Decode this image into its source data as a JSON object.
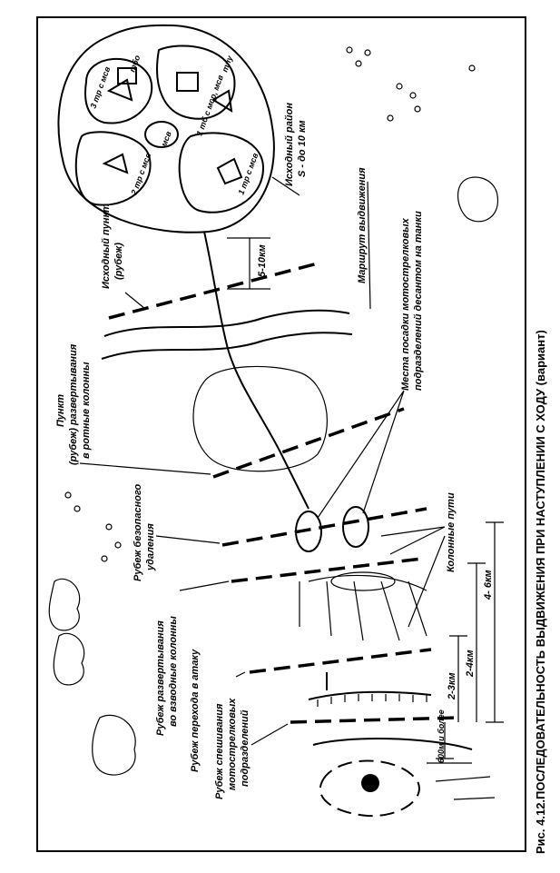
{
  "caption": "Рис. 4.12.ПОСЛЕДОВАТЕЛЬНОСТЬ ВЫДВИЖЕНИЯ ПРИ НАСТУПЛЕНИИ С ХОДУ  (вариант)",
  "labels": {
    "start_area_1": "Исходный район",
    "start_area_2": "S - до 10 км",
    "route": "Маршрут выдвижения",
    "start_point_1": "Исходный пункт",
    "start_point_2": "(рубеж)",
    "landing_1": "Места посадки мотострелковых",
    "landing_2": "подразделений десантом на танки",
    "deploy_company_1": "Пункт",
    "deploy_company_2": "(рубеж) развертывания",
    "deploy_company_3": "в ротные колонны",
    "safe_distance_1": "Рубеж безопасного",
    "safe_distance_2": "удаления",
    "column_routes": "Колонные пути",
    "deploy_platoon_1": "Рубеж развертывания",
    "deploy_platoon_2": "во взводные колонны",
    "attack_line": "Рубеж перехода в атаку",
    "dismount_1": "Рубеж спешивания",
    "dismount_2": "мотострелковых",
    "dismount_3": "подразделений"
  },
  "distances": {
    "d1": "5-10км",
    "d2": "4- 6км",
    "d3": "2-4км",
    "d4": "2-3км",
    "d5": "600м и более"
  },
  "unit_marks": {
    "u1": "3 тр с мсв",
    "u2": "2 тр с мсв",
    "u3": "1 тр с мсв",
    "u4": "1 тб с мср, мсв",
    "u5": "тбо",
    "u6": "тпу",
    "u7": "мсв"
  }
}
